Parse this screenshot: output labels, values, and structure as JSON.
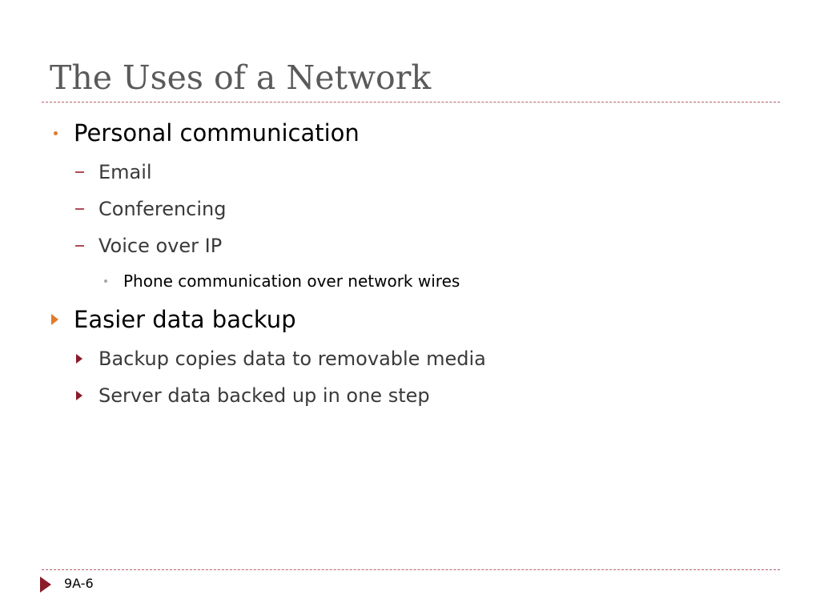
{
  "slide": {
    "title": "The Uses of a Network",
    "items": [
      {
        "level": 1,
        "marker": "orange-dot-bullet",
        "text": "Personal communication"
      },
      {
        "level": 2,
        "marker": "dash-bullet",
        "text": "Email"
      },
      {
        "level": 2,
        "marker": "dash-bullet",
        "text": "Conferencing"
      },
      {
        "level": 2,
        "marker": "dash-bullet",
        "text": "Voice over IP"
      },
      {
        "level": 3,
        "marker": "grey-dot-bullet",
        "text": "Phone communication over network wires"
      },
      {
        "level": 1,
        "marker": "orange-triangle-bullet",
        "text": "Easier data backup"
      },
      {
        "level": 2,
        "marker": "maroon-triangle-bullet",
        "text": "Backup copies data to removable media"
      },
      {
        "level": 2,
        "marker": "maroon-triangle-bullet",
        "text": "Server data backed up in one step"
      }
    ],
    "footer": {
      "page_number": "9A-6",
      "icon": "triangle-arrow-icon"
    },
    "colors": {
      "accent": "#e07b2a",
      "maroon": "#8b1a2b",
      "title": "#5a5a5a",
      "divider": "#b85a6a"
    }
  }
}
